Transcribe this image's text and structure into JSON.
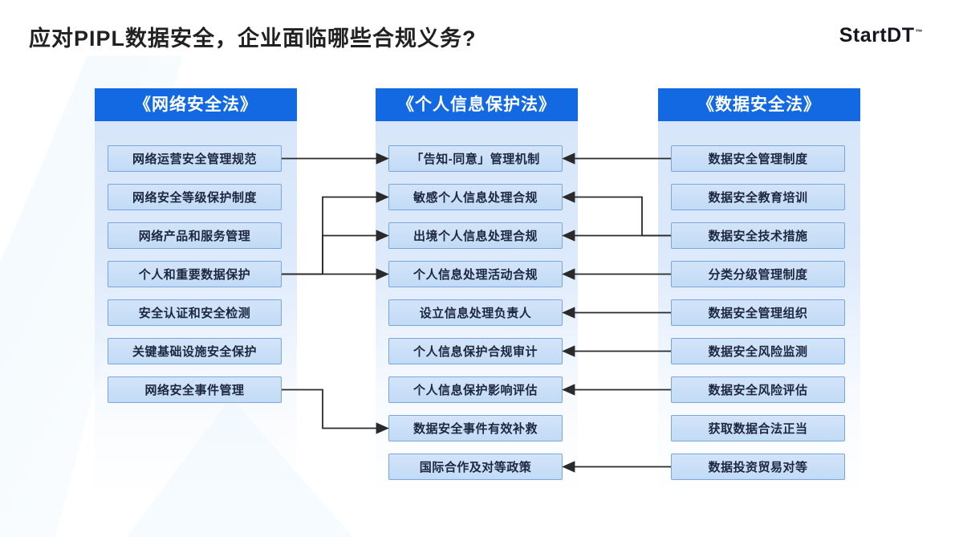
{
  "page": {
    "title": "应对PIPL数据安全，企业面临哪些合规义务?",
    "logo_text": "StartDT",
    "logo_tm": "™"
  },
  "colors": {
    "header_blue": "#1269e2",
    "panel_top": "#d7e6fa",
    "box_fill": "#c9def7",
    "box_border": "#7ba6dc",
    "arrow": "#2a2a2a",
    "title_text": "#212121"
  },
  "columns": [
    {
      "id": "cybersecurity-law",
      "title": "《网络安全法》",
      "items": [
        "网络运营安全管理规范",
        "网络安全等级保护制度",
        "网络产品和服务管理",
        "个人和重要数据保护",
        "安全认证和安全检测",
        "关键基础设施安全保护",
        "网络安全事件管理"
      ]
    },
    {
      "id": "pipl",
      "title": "《个人信息保护法》",
      "items": [
        "「告知-同意」管理机制",
        "敏感个人信息处理合规",
        "出境个人信息处理合规",
        "个人信息处理活动合规",
        "设立信息处理负责人",
        "个人信息保护合规审计",
        "个人信息保护影响评估",
        "数据安全事件有效补救",
        "国际合作及对等政策"
      ]
    },
    {
      "id": "data-security-law",
      "title": "《数据安全法》",
      "items": [
        "数据安全管理制度",
        "数据安全教育培训",
        "数据安全技术措施",
        "分类分级管理制度",
        "数据安全管理组织",
        "数据安全风险监测",
        "数据安全风险评估",
        "获取数据合法正当",
        "数据投资贸易对等"
      ]
    }
  ],
  "connections": [
    {
      "from": [
        0,
        0
      ],
      "to": [
        1,
        0
      ]
    },
    {
      "from": [
        0,
        3
      ],
      "to": [
        1,
        1
      ]
    },
    {
      "from": [
        0,
        3
      ],
      "to": [
        1,
        2
      ]
    },
    {
      "from": [
        0,
        3
      ],
      "to": [
        1,
        3
      ]
    },
    {
      "from": [
        0,
        6
      ],
      "to": [
        1,
        7
      ]
    },
    {
      "from": [
        2,
        0
      ],
      "to": [
        1,
        0
      ]
    },
    {
      "from": [
        2,
        2
      ],
      "to": [
        1,
        1
      ]
    },
    {
      "from": [
        2,
        2
      ],
      "to": [
        1,
        2
      ]
    },
    {
      "from": [
        2,
        3
      ],
      "to": [
        1,
        3
      ]
    },
    {
      "from": [
        2,
        4
      ],
      "to": [
        1,
        4
      ]
    },
    {
      "from": [
        2,
        5
      ],
      "to": [
        1,
        5
      ]
    },
    {
      "from": [
        2,
        6
      ],
      "to": [
        1,
        6
      ]
    },
    {
      "from": [
        2,
        8
      ],
      "to": [
        1,
        8
      ]
    }
  ]
}
